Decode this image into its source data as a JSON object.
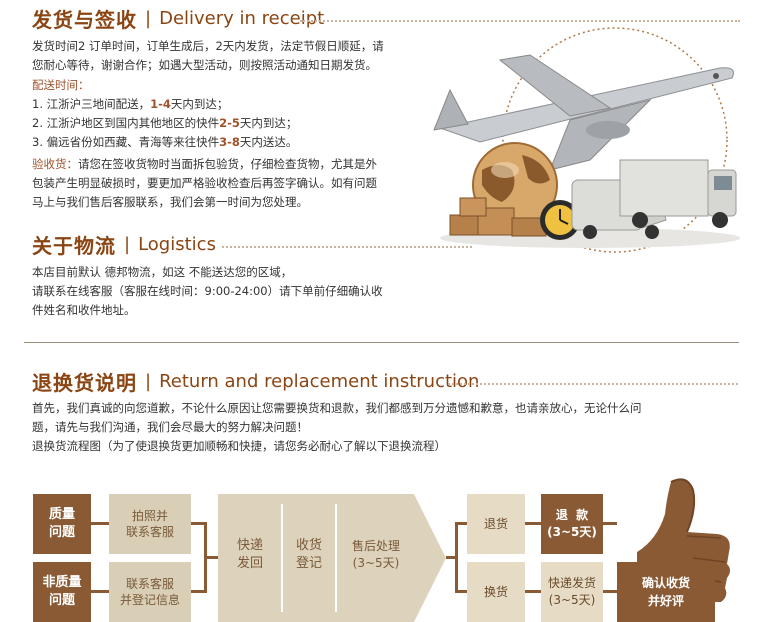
{
  "delivery": {
    "title_cn": "发货与签收",
    "title_en": "Delivery in receipt",
    "intro_line1": "发货时间2 订单时间，订单生成后，2天内发货，法定节假日顺延，请",
    "intro_line2": "您耐心等待，谢谢合作；如遇大型活动，则按照活动通知日期发货。",
    "schedule_label": "配送时间：",
    "schedule": [
      {
        "pre": "1. 江浙沪三地间配送，",
        "days": "1-4",
        "post": "天内到达；"
      },
      {
        "pre": "2. 江浙沪地区到国内其他地区的快件",
        "days": "2-5",
        "post": "天内到达；"
      },
      {
        "pre": "3. 偏远省份如西藏、青海等来往快件",
        "days": "3-8",
        "post": "天内送达。"
      }
    ],
    "inspect_label": "验收货：",
    "inspect_line1": "请您在签收货物时当面拆包验货，仔细检查货物，尤其是外",
    "inspect_line2": "包装产生明显破损时，要更加严格验收检查后再签字确认。如有问题",
    "inspect_line3": "马上与我们售后客服联系，我们会第一时间为您处理。"
  },
  "logistics": {
    "title_cn": "关于物流",
    "title_en": "Logistics",
    "line1": "本店目前默认 德邦物流，如这 不能送达您的区域，",
    "line2": "请联系在线客服（客服在线时间：9:00-24:00）请下单前仔细确认收",
    "line3": "件姓名和收件地址。"
  },
  "returns": {
    "title_cn": "退换货说明",
    "title_en": "Return and replacement instruction",
    "line1": "首先，我们真诚的向您道歉，不论什么原因让您需要换货和退款，我们都感到万分遗憾和歉意，也请亲放心，无论什么问",
    "line2": "题，请先与我们沟通，我们会尽最大的努力解决问题！",
    "line3": "退换货流程图（为了使退换货更加顺畅和快捷，请您务必耐心了解以下退换流程）"
  },
  "flow": {
    "quality": "质量\n问题",
    "non_quality": "非质量\n问题",
    "photo_contact": "拍照并\n联系客服",
    "contact_register": "联系客服\n并登记信息",
    "express_return": "快递\n发回",
    "receive_register": "收货\n登记",
    "after_sale": "售后处理\n(3~5天)",
    "return_goods": "退货",
    "exchange": "换货",
    "refund": "退  款\n(3~5天)",
    "express_ship": "快递发货\n(3~5天)",
    "confirm": "确认收货\n并好评"
  },
  "colors": {
    "brown": "#8b4513",
    "box_dark": "#8a5a34",
    "box_light": "#d9cfb7"
  }
}
